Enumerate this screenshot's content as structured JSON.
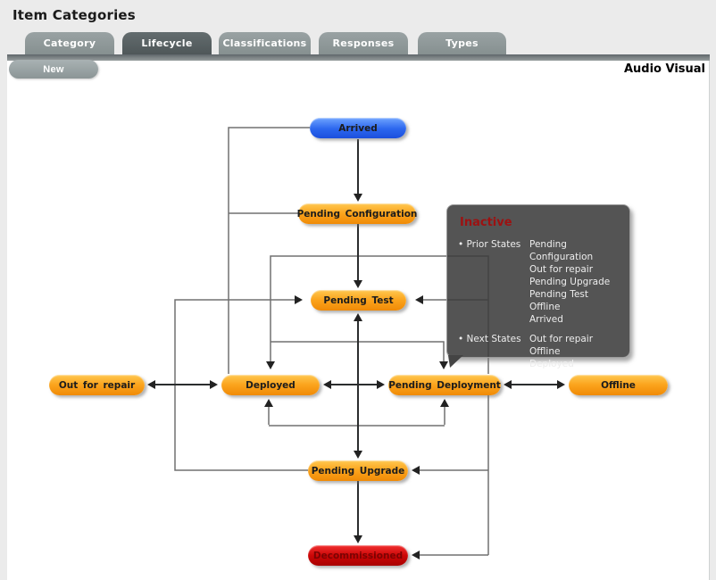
{
  "header": {
    "title": "Item Categories"
  },
  "tabs": [
    {
      "label": "Category",
      "active": false
    },
    {
      "label": "Lifecycle",
      "active": true
    },
    {
      "label": "Classifications",
      "active": false
    },
    {
      "label": "Responses",
      "active": false
    },
    {
      "label": "Types",
      "active": false
    }
  ],
  "toolbar": {
    "new_label": "New",
    "context_label": "Audio Visual"
  },
  "diagram": {
    "nodes": {
      "arrived": {
        "label": "Arrived",
        "color": "blue"
      },
      "pending_configuration": {
        "label": "Pending Configuration",
        "color": "orange"
      },
      "pending_test": {
        "label": "Pending Test",
        "color": "orange"
      },
      "out_for_repair": {
        "label": "Out for repair",
        "color": "orange"
      },
      "deployed": {
        "label": "Deployed",
        "color": "orange"
      },
      "pending_deployment": {
        "label": "Pending Deployment",
        "color": "orange"
      },
      "offline": {
        "label": "Offline",
        "color": "orange"
      },
      "pending_upgrade": {
        "label": "Pending Upgrade",
        "color": "orange"
      },
      "decommissioned": {
        "label": "Decommissioned",
        "color": "red"
      }
    },
    "edges": [
      "Arrived -> Pending Configuration",
      "Pending Configuration -> Pending Test",
      "Pending Test <-> Pending Upgrade",
      "Pending Upgrade -> Decommissioned",
      "Out for repair <-> Deployed",
      "Deployed <-> Pending Deployment",
      "Pending Deployment <-> Offline",
      "Arrived / Pending Configuration -> Deployed (left bypass)",
      "Pending Deployment -> Deployed (top bypass)",
      "Pending Deployment -> Pending Test",
      "Pending Upgrade -> Pending Test (left bypass)",
      "Pending Upgrade -> Deployed and Pending Deployment (up arrows)",
      "Pending Deployment -> Pending Upgrade (right bypass)",
      "Pending Deployment -> Decommissioned (right bypass)"
    ],
    "tooltip": {
      "title": "Inactive",
      "sections": [
        {
          "label": "Prior States",
          "values": [
            "Pending Configuration",
            "Out for repair",
            "Pending Upgrade",
            "Pending Test",
            "Offline",
            "Arrived"
          ]
        },
        {
          "label": "Next States",
          "values": [
            "Out for repair",
            "Offline",
            "Deployed"
          ]
        }
      ]
    },
    "palette": {
      "node_orange": "#fba41d",
      "node_blue": "#2b66ee",
      "node_red": "#cc0707",
      "tooltip_bg": "#3c3c3c",
      "tooltip_title": "#9d1111",
      "line_gray": "#707070",
      "line_dark": "#2b2d2e"
    }
  }
}
